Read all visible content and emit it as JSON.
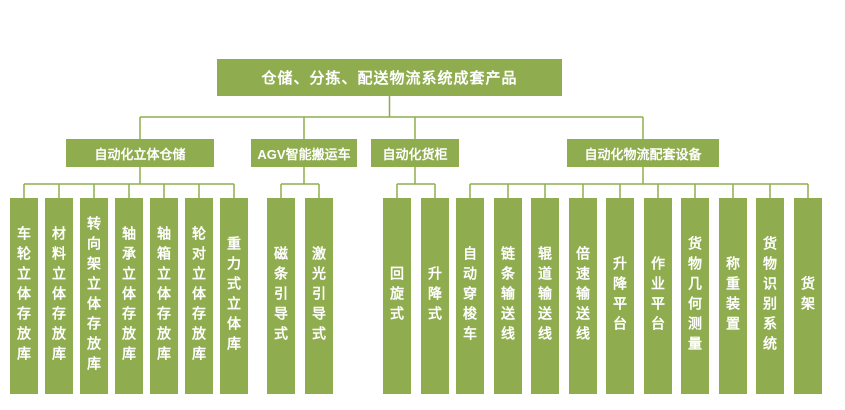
{
  "diagram": {
    "root": "仓储、分拣、配送物流系统成套产品",
    "groups": [
      {
        "label": "自动化立体仓储",
        "leaves": [
          "车轮立体存放库",
          "材料立体存放库",
          "转向架立体存放库",
          "轴承立体存放库",
          "轴箱立体存放库",
          "轮对立体存放库",
          "重力式立体库"
        ]
      },
      {
        "label": "AGV智能搬运车",
        "leaves": [
          "磁条引导式",
          "激光引导式"
        ]
      },
      {
        "label": "自动化货柜",
        "leaves": [
          "回旋式",
          "升降式"
        ]
      },
      {
        "label": "自动化物流配套设备",
        "leaves": [
          "自动穿梭车",
          "链条输送线",
          "辊道输送线",
          "倍速输送线",
          "升降平台",
          "作业平台",
          "货物几何测量",
          "称重装置",
          "货物识别系统",
          "货架"
        ]
      }
    ],
    "colors": {
      "box": "#8FAD4F",
      "line": "#8FAD4F",
      "text": "#FFFFFF",
      "background": "#FFFFFF"
    }
  }
}
